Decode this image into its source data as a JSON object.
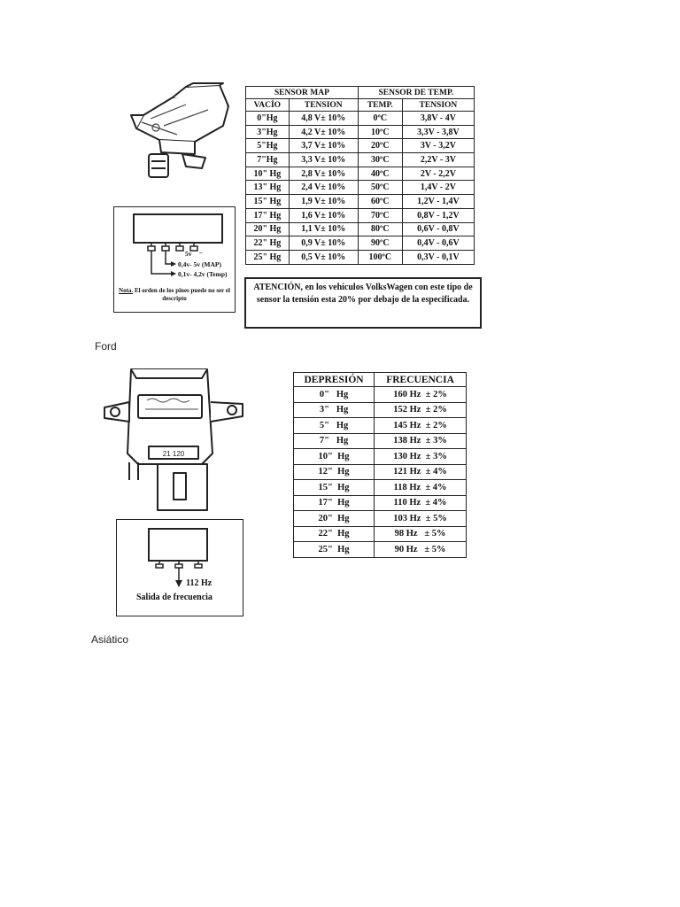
{
  "map_section": {
    "table": {
      "group_headers": [
        "SENSOR MAP",
        "SENSOR DE TEMP."
      ],
      "columns": [
        "VACÍO",
        "TENSION",
        "TEMP.",
        "TENSION"
      ],
      "rows": [
        [
          "0\"Hg",
          "4,8 V± 10%",
          "0ºC",
          "3,8V - 4V"
        ],
        [
          "3\"Hg",
          "4,2 V± 10%",
          "10ºC",
          "3,3V - 3,8V"
        ],
        [
          "5\"Hg",
          "3,7 V± 10%",
          "20ºC",
          "3V - 3,2V"
        ],
        [
          "7\"Hg",
          "3,3 V± 10%",
          "30ºC",
          "2,2V - 3V"
        ],
        [
          "10\" Hg",
          "2,8 V± 10%",
          "40ºC",
          "2V - 2,2V"
        ],
        [
          "13\" Hg",
          "2,4 V± 10%",
          "50ºC",
          "1,4V - 2V"
        ],
        [
          "15\" Hg",
          "1,9 V± 10%",
          "60ºC",
          "1,2V - 1,4V"
        ],
        [
          "17\" Hg",
          "1,6 V± 10%",
          "70ºC",
          "0,8V - 1,2V"
        ],
        [
          "20\" Hg",
          "1,1 V± 10%",
          "80ºC",
          "0,6V - 0,8V"
        ],
        [
          "22\" Hg",
          "0,9 V± 10%",
          "90ºC",
          "0,4V - 0,6V"
        ],
        [
          "25\" Hg",
          "0,5 V± 10%",
          "100ºC",
          "0,3V - 0,1V"
        ]
      ]
    },
    "attention_note": "ATENCIÓN, en los vehículos VolksWagen con este tipo de sensor la tensión esta 20% por debajo de la especificada.",
    "pin_diagram": {
      "pin_5v": "5v",
      "pin_minus": "–",
      "out_map": "0,4v- 5v (MAP)",
      "out_temp": "0,1v- 4,2v (Temp)",
      "note_label": "Nota.",
      "note_text": " El orden de los pines puede no ser el descripto"
    }
  },
  "ford_section": {
    "caption": "Ford",
    "table": {
      "columns": [
        "DEPRESIÓN",
        "FRECUENCIA"
      ],
      "rows": [
        [
          "0\"   Hg",
          "160 Hz  ± 2%"
        ],
        [
          "3\"   Hg",
          "152 Hz  ± 2%"
        ],
        [
          "5\"   Hg",
          "145 Hz  ± 2%"
        ],
        [
          "7\"   Hg",
          "138 Hz  ± 3%"
        ],
        [
          "10\"  Hg",
          "130 Hz  ± 3%"
        ],
        [
          "12\"  Hg",
          "121 Hz  ± 4%"
        ],
        [
          "15\"  Hg",
          "118 Hz  ± 4%"
        ],
        [
          "17\"  Hg",
          "110 Hz  ± 4%"
        ],
        [
          "20\"  Hg",
          "103 Hz  ± 5%"
        ],
        [
          "22\"  Hg",
          "98 Hz   ± 5%"
        ],
        [
          "25\"  Hg",
          "90 Hz   ± 5%"
        ]
      ]
    },
    "sensor_label": "21 120",
    "output_freq": "112 Hz",
    "output_label": "Salida de frecuencia"
  },
  "asian_section": {
    "caption": "Asiático"
  }
}
